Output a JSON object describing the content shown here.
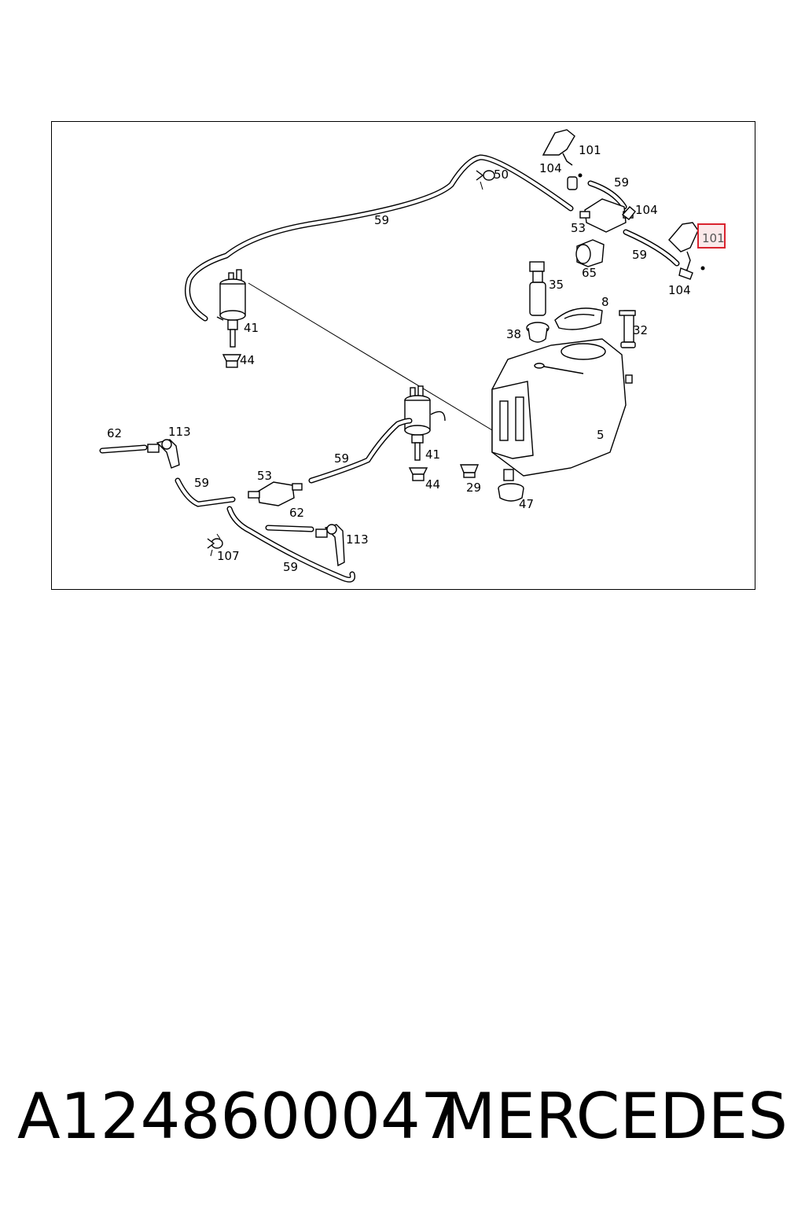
{
  "diagram": {
    "callouts": {
      "c101_top": "101",
      "c104_top": "104",
      "c50": "50",
      "c59_top_right": "59",
      "c104_mid": "104",
      "c101_highlight": "101",
      "c53_top": "53",
      "c59_long": "59",
      "c59_right": "59",
      "c65": "65",
      "c104_right": "104",
      "c35": "35",
      "c8": "8",
      "c41_left": "41",
      "c38": "38",
      "c32": "32",
      "c44_left": "44",
      "c5": "5",
      "c62_left": "62",
      "c113_left": "113",
      "c59_mid": "59",
      "c41_center": "41",
      "c53_bottom": "53",
      "c59_lower_left": "59",
      "c44_center": "44",
      "c29": "29",
      "c47": "47",
      "c62_bottom": "62",
      "c113_bottom": "113",
      "c107": "107",
      "c59_bottom": "59"
    },
    "highlight_color": "#d9232e"
  },
  "footer": {
    "part_number": "A1248600047",
    "brand": "MERCEDES"
  }
}
